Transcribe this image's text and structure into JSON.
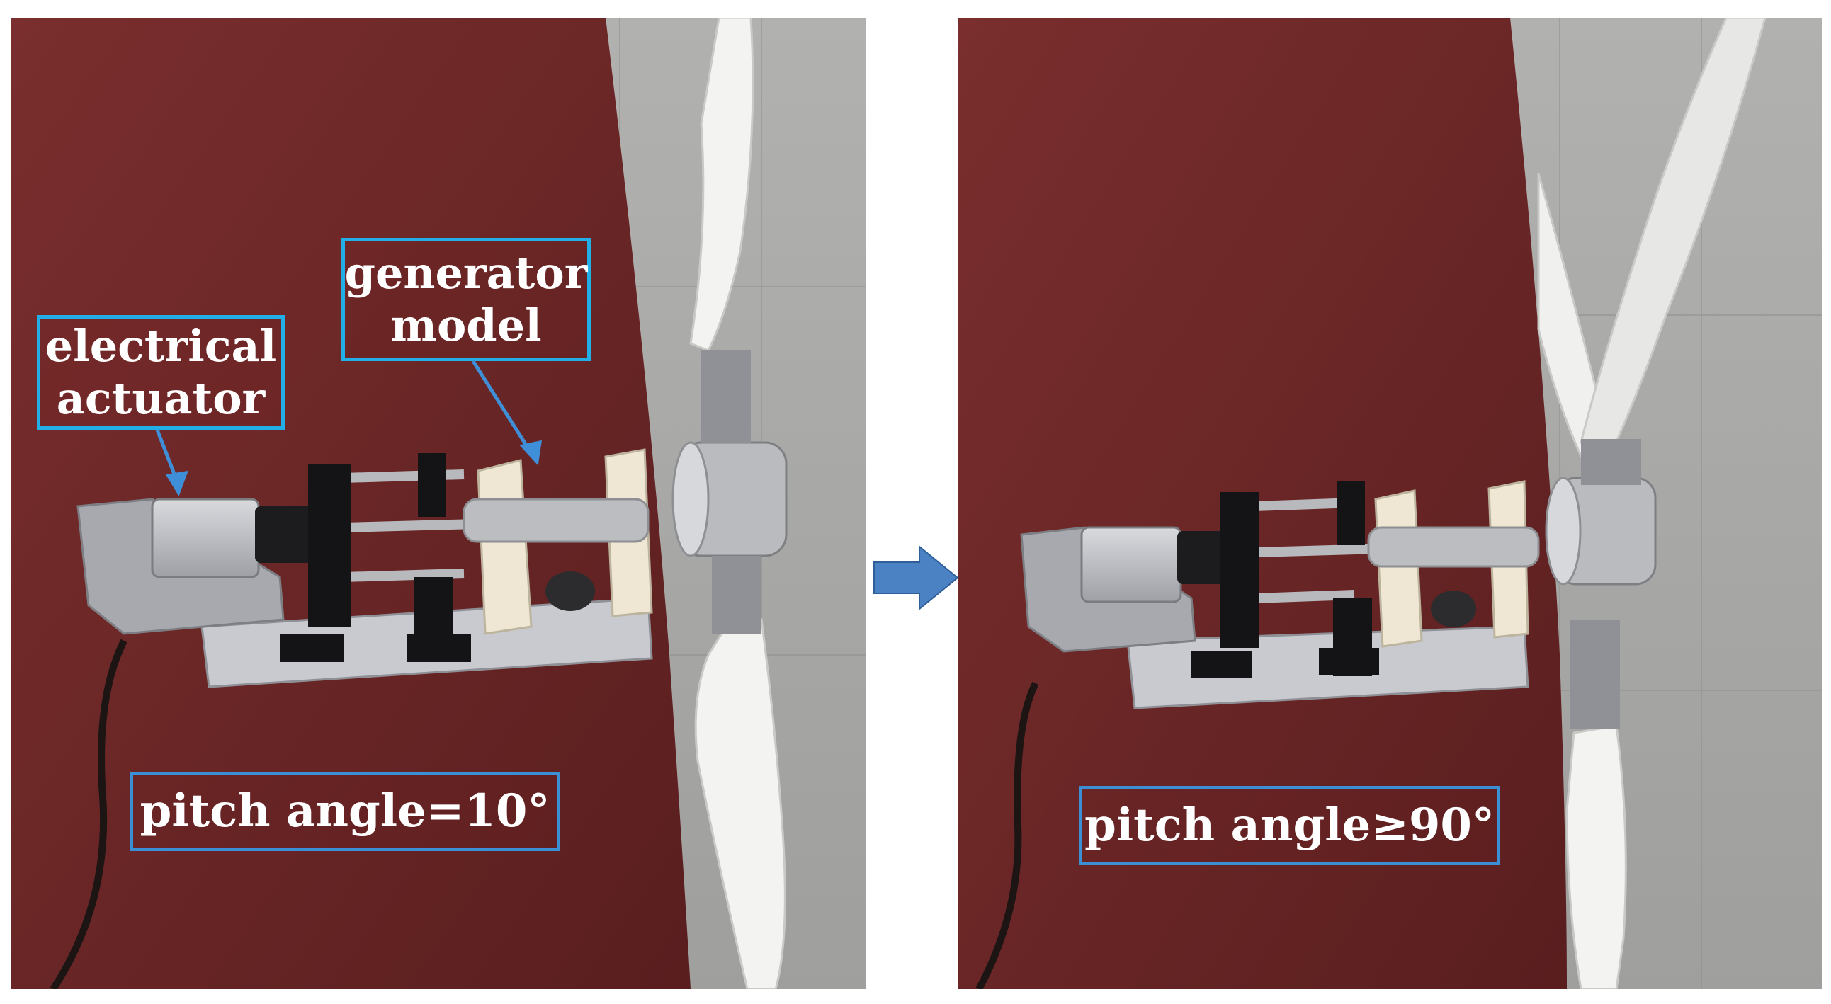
{
  "left_panel": {
    "generator_label": [
      "generator",
      "model"
    ],
    "actuator_label": [
      "electrical",
      "actuator"
    ],
    "pitch_label": "pitch angle=10°"
  },
  "right_panel": {
    "pitch_label": "pitch angle≥90°"
  },
  "colors": {
    "label_border": "#22aee6",
    "pitch_border": "#3b8fd4",
    "arrow": "#4a82c4",
    "table": "#6e2a2a",
    "floor": "#a9a9a7",
    "blade": "#f2f2f0"
  }
}
